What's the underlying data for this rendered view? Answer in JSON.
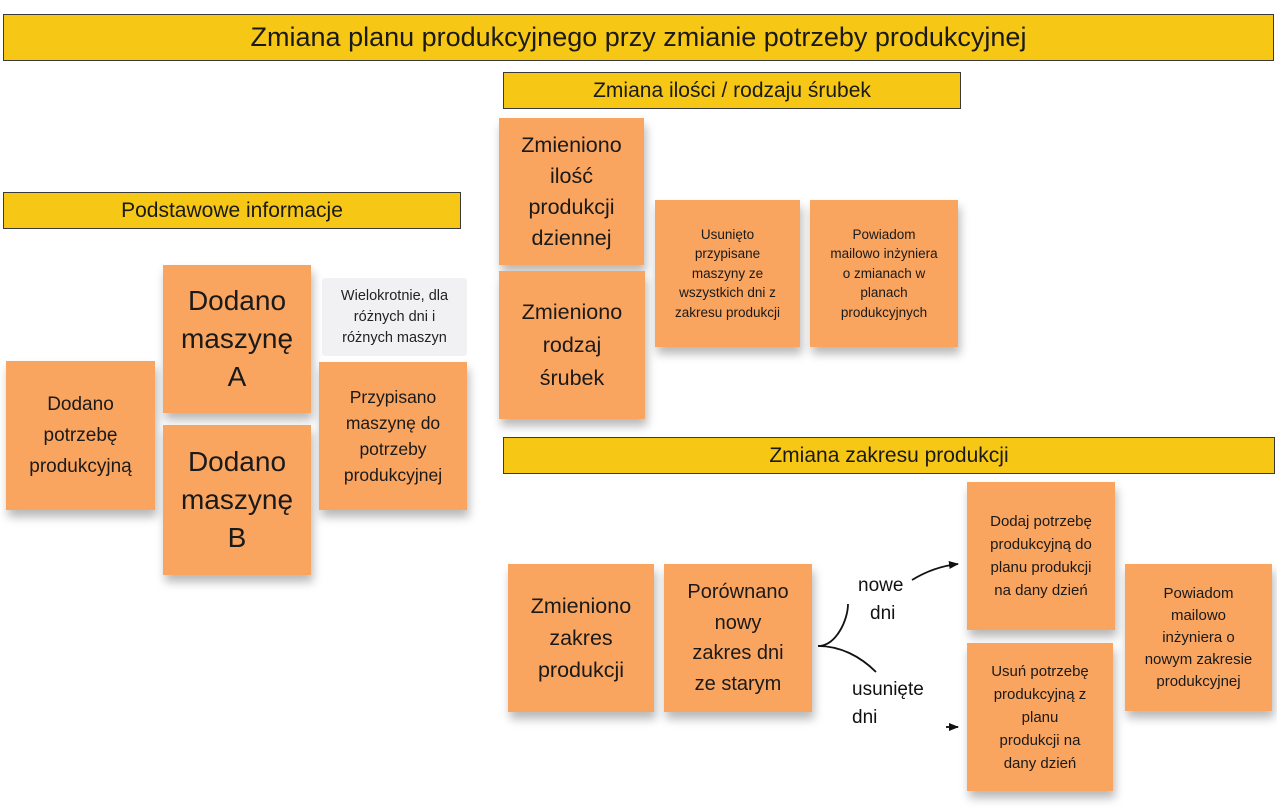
{
  "banners": {
    "main": "Zmiana planu produkcyjnego przy zmianie potrzeby produkcyjnej",
    "basic": "Podstawowe informacje",
    "quantity": "Zmiana ilości / rodzaju śrubek",
    "range": "Zmiana zakresu produkcji"
  },
  "basic": {
    "need_added": [
      "Dodano",
      "potrzebę",
      "produkcyjną"
    ],
    "machine_a": [
      "Dodano",
      "maszynę",
      "A"
    ],
    "machine_b": [
      "Dodano",
      "maszynę",
      "B"
    ],
    "comment": [
      "Wielokrotnie, dla",
      "różnych dni i",
      "różnych maszyn"
    ],
    "assigned": [
      "Przypisano",
      "maszynę do",
      "potrzeby",
      "produkcyjnej"
    ]
  },
  "quantity": {
    "changed_amount": [
      "Zmieniono",
      "ilość",
      "produkcji",
      "dziennej"
    ],
    "changed_type": [
      "Zmieniono",
      "rodzaj",
      "śrubek"
    ],
    "removed_machine": [
      "Usunięto",
      "przypisane",
      "maszyny ze",
      "wszystkich dni z",
      "zakresu produkcji"
    ],
    "notify_plans": [
      "Powiadom",
      "mailowo inżyniera",
      "o zmianach w",
      "planach",
      "produkcyjnych"
    ]
  },
  "range": {
    "changed_range": [
      "Zmieniono",
      "zakres",
      "produkcji"
    ],
    "compared": [
      "Porównano",
      "nowy",
      "zakres dni",
      "ze starym"
    ],
    "new_days_label": [
      "nowe",
      "dni"
    ],
    "removed_days_label": [
      "usunięte",
      "dni"
    ],
    "add_need": [
      "Dodaj potrzebę",
      "produkcyjną do",
      "planu produkcji",
      "na dany dzień"
    ],
    "remove_need": [
      "Usuń potrzebę",
      "produkcyjną z",
      "planu",
      "produkcji na",
      "dany dzień"
    ],
    "notify_range": [
      "Powiadom",
      "mailowo",
      "inżyniera o",
      "nowym zakresie",
      "produkcyjnej"
    ]
  },
  "colors": {
    "banner": "#f7c715",
    "sticky_note": "#f9a45f",
    "comment": "#f1f1f3"
  }
}
